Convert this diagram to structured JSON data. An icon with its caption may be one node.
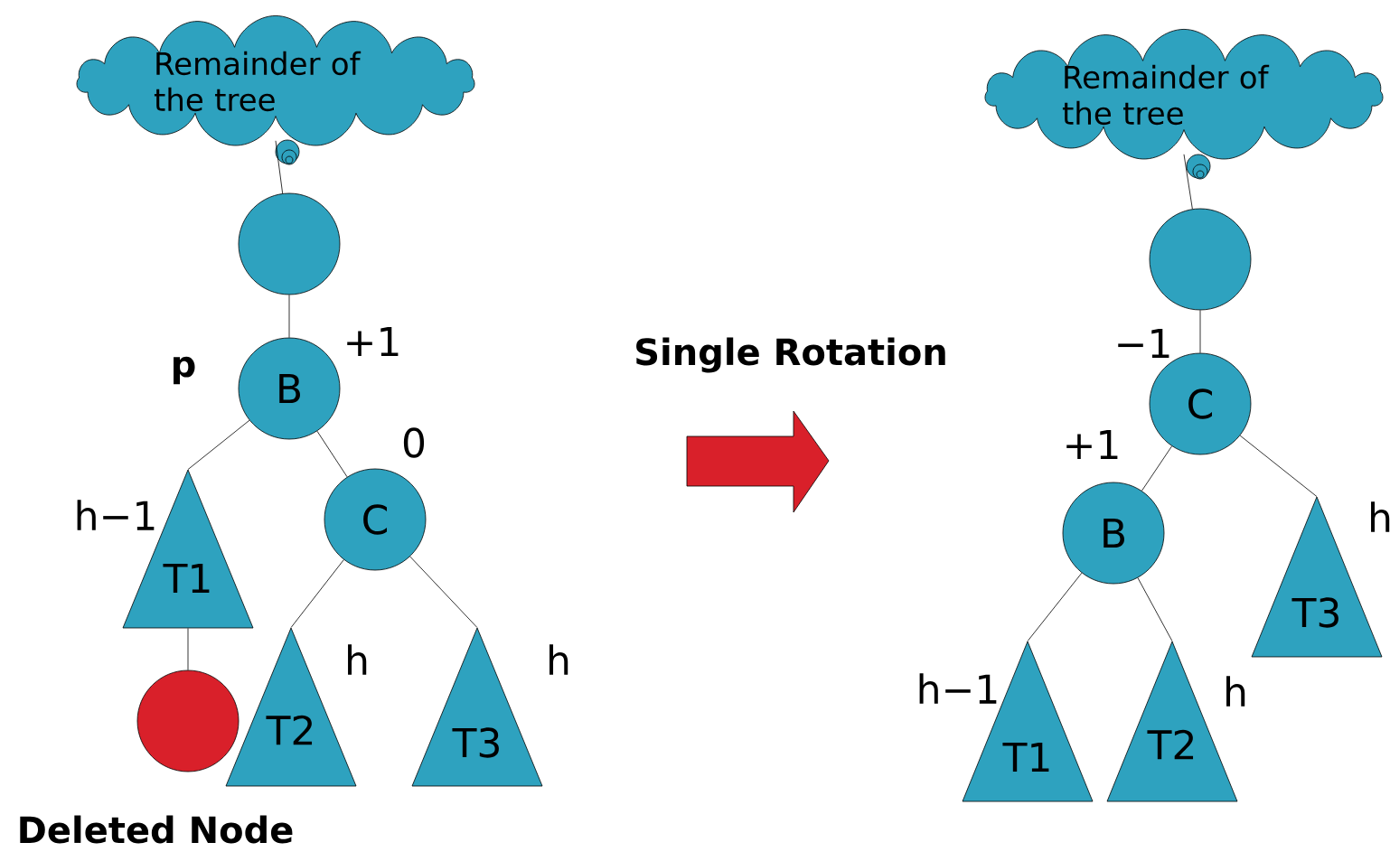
{
  "diagram": {
    "nodes": [
      {
        "text": [
          "Remainder of the tree"
        ]
      },
      {
        "text": [],
        "shape": "circle"
      },
      {
        "text": [
          "B"
        ],
        "beside": [
          "+1",
          "p"
        ]
      },
      {
        "text": [
          "T1"
        ],
        "beside": [
          "h−1"
        ]
      },
      {
        "text": [
          "C"
        ],
        "beside": [
          "0"
        ]
      },
      {
        "text": [],
        "shape": "circle",
        "beside": [
          "Deleted Node"
        ]
      },
      {
        "text": [
          "T2"
        ],
        "beside": [
          "h"
        ]
      },
      {
        "text": [
          "T3"
        ],
        "beside": [
          "h"
        ]
      },
      {
        "text": [
          "Remainder of the tree"
        ]
      },
      {
        "text": [],
        "shape": "circle"
      },
      {
        "text": [
          "C"
        ],
        "beside": [
          "−1"
        ]
      },
      {
        "text": [
          "B"
        ],
        "beside": [
          "+1"
        ]
      },
      {
        "text": [
          "T1"
        ],
        "beside": [
          "h−1"
        ]
      },
      {
        "text": [
          "T2"
        ],
        "beside": [
          "h"
        ]
      },
      {
        "text": [
          "T3"
        ],
        "beside": [
          "h"
        ]
      }
    ],
    "edges": [
      {
        "from": 0,
        "to": 1,
        "arrow": "none"
      },
      {
        "from": 1,
        "to": 2,
        "arrow": "none"
      },
      {
        "from": 2,
        "to": 3,
        "arrow": "none"
      },
      {
        "from": 2,
        "to": 4,
        "arrow": "none"
      },
      {
        "from": 3,
        "to": 5,
        "arrow": "none"
      },
      {
        "from": 4,
        "to": 6,
        "arrow": "none"
      },
      {
        "from": 4,
        "to": 7,
        "arrow": "none"
      },
      {
        "from": 8,
        "to": 9,
        "arrow": "none"
      },
      {
        "from": 9,
        "to": 10,
        "arrow": "none"
      },
      {
        "from": 10,
        "to": 11,
        "arrow": "none"
      },
      {
        "from": 10,
        "to": 14,
        "arrow": "none"
      },
      {
        "from": 11,
        "to": 12,
        "arrow": "none"
      },
      {
        "from": 11,
        "to": 13,
        "arrow": "none"
      }
    ],
    "labels": [
      "Single Rotation"
    ]
  }
}
